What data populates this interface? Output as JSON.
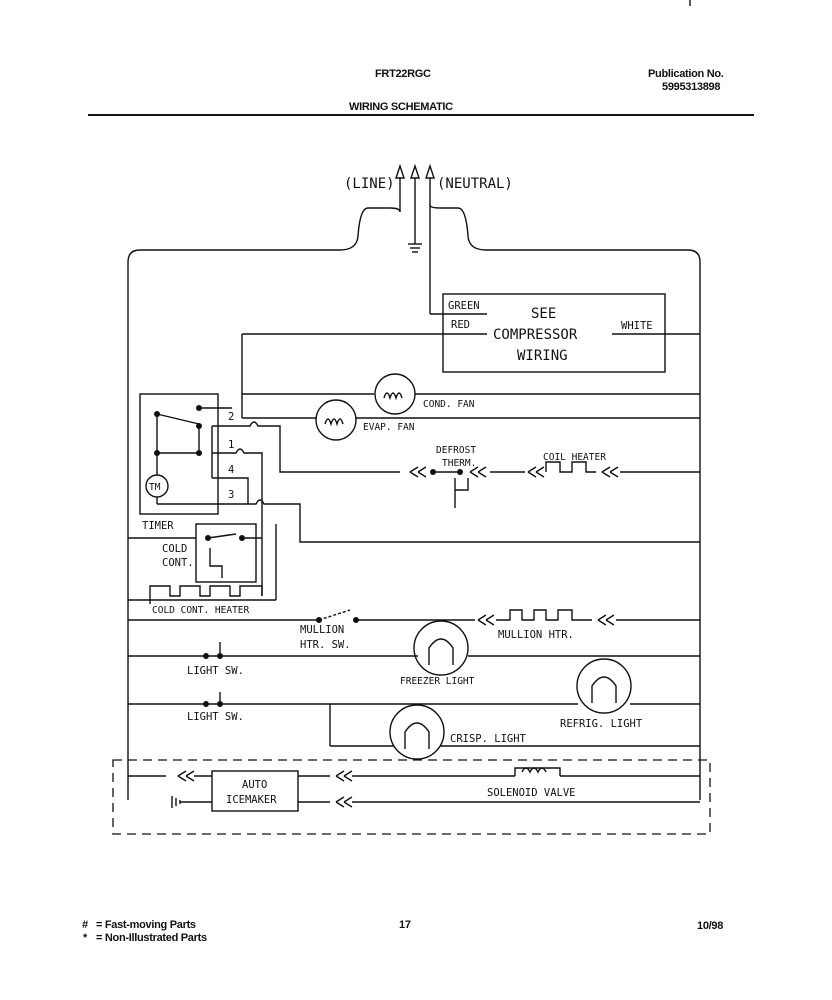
{
  "header": {
    "model": "FRT22RGC",
    "title": "WIRING SCHEMATIC",
    "publication_label": "Publication No.",
    "publication_number": "5995313898"
  },
  "diagram": {
    "line": "(LINE)",
    "neutral": "(NEUTRAL)",
    "green": "GREEN",
    "red": "RED",
    "white": "WHITE",
    "compressor_1": "SEE",
    "compressor_2": "COMPRESSOR",
    "compressor_3": "WIRING",
    "cond_fan": "COND. FAN",
    "evap_fan": "EVAP. FAN",
    "defrost_1": "DEFROST",
    "defrost_2": "THERM.",
    "coil_heater": "COIL HEATER",
    "timer": "TIMER",
    "tm": "TM",
    "t1": "1",
    "t2": "2",
    "t3": "3",
    "t4": "4",
    "cold_1": "COLD",
    "cold_2": "CONT.",
    "cold_heater": "COLD CONT. HEATER",
    "mullion_1": "MULLION",
    "mullion_2": "HTR. SW.",
    "mullion_htr": "MULLION HTR.",
    "light_sw_1": "LIGHT SW.",
    "light_sw_2": "LIGHT SW.",
    "freezer_light": "FREEZER LIGHT",
    "refrig_light": "REFRIG. LIGHT",
    "crisp_light": "CRISP. LIGHT",
    "auto_1": "AUTO",
    "auto_2": "ICEMAKER",
    "solenoid": "SOLENOID VALVE"
  },
  "footer": {
    "legend_1_symbol": "#",
    "legend_1": "=  Fast-moving Parts",
    "legend_2_symbol": "*",
    "legend_2": "=  Non-Illustrated Parts",
    "page": "17",
    "date": "10/98"
  }
}
